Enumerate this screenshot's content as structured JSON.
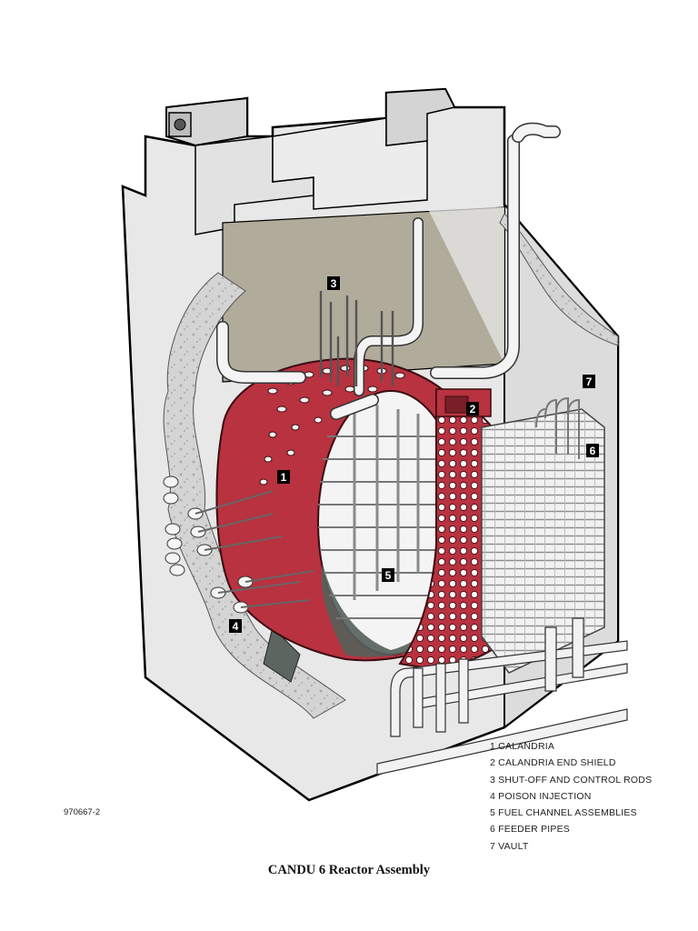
{
  "figure_id": "970667-2",
  "caption": "CANDU 6 Reactor Assembly",
  "callouts": [
    "1",
    "2",
    "3",
    "4",
    "5",
    "6",
    "7"
  ],
  "legend": [
    "1 CALANDRIA",
    "2 CALANDRIA END SHIELD",
    "3 SHUT-OFF AND CONTROL RODS",
    "4 POISON INJECTION",
    "5 FUEL CHANNEL ASSEMBLIES",
    "6 FEEDER PIPES",
    "7 VAULT"
  ],
  "colors": {
    "calandria": "#b8323f",
    "concrete": "#e6e6e6",
    "vault_shadow": "#b0ab9a",
    "water": "#55605b"
  }
}
